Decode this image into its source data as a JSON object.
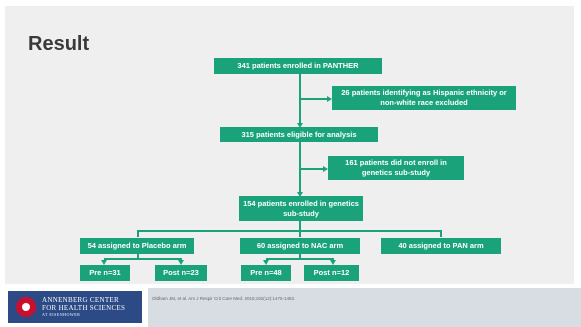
{
  "slide": {
    "title": "Result",
    "boxes": {
      "enrolled": "341 patients enrolled in PANTHER",
      "excluded": "26 patients identifying as Hispanic ethnicity or non-white race excluded",
      "eligible": "315 patients eligible for analysis",
      "not_enroll": "161 patients did not enroll in genetics sub-study",
      "genetics": "154 patients enrolled in genetics sub-study",
      "placebo": "54 assigned to Placebo arm",
      "nac": "60 assigned to NAC arm",
      "pan": "40 assigned to PAN arm",
      "placebo_pre": "Pre n=31",
      "placebo_post": "Post n=23",
      "nac_pre": "Pre n=48",
      "nac_post": "Post n=12"
    },
    "colors": {
      "box": "#1aa37a",
      "background": "#efefef",
      "logo": "#2b4a86"
    }
  },
  "footer": {
    "logo_line1": "ANNENBERG CENTER",
    "logo_line2": "FOR HEALTH SCIENCES",
    "logo_line3": "AT EISENHOWER",
    "citation": "Oldham JM, et al. Am J Respir Crit Care Med. 2015;192(12):1475-1482."
  }
}
